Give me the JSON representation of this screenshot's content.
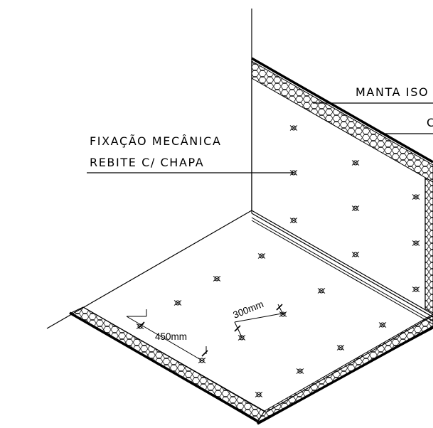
{
  "labels": {
    "insulation_blanket": "MANTA ISO",
    "second_callout": "C",
    "fixation_line1": "FIXAÇÃO MECÂNICA",
    "fixation_line2": "REBITE C/ CHAPA"
  },
  "dimensions": {
    "spacing_long": "450mm",
    "spacing_short": "300mm"
  }
}
